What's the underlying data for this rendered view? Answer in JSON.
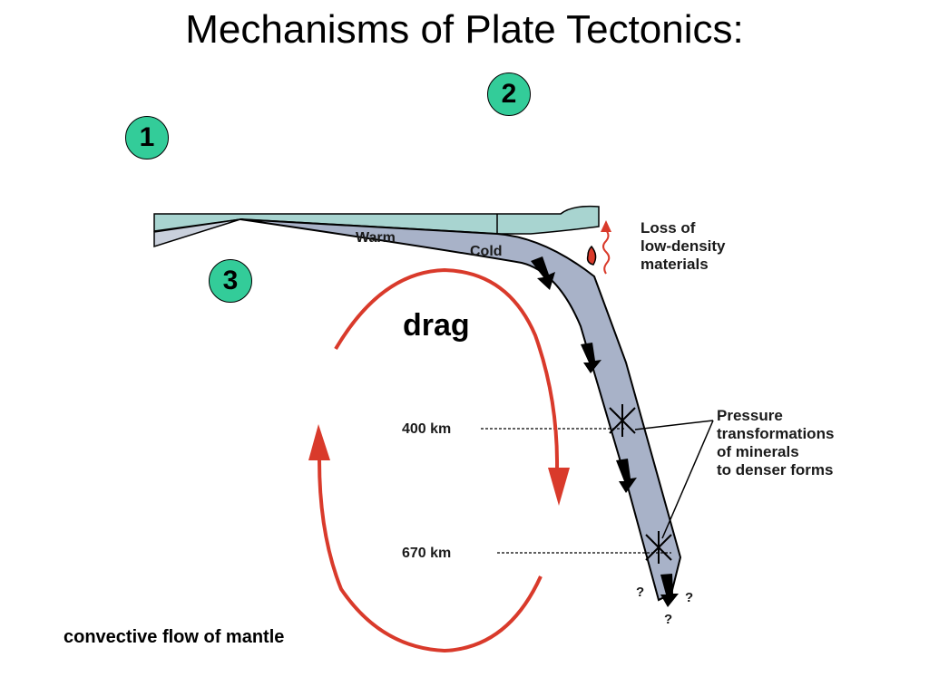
{
  "title": "Mechanisms of Plate Tectonics:",
  "badges": [
    "1",
    "2",
    "3"
  ],
  "labels": {
    "drag": "drag",
    "convective": "convective flow of mantle",
    "warm": "Warm",
    "cold": "Cold",
    "loss_line1": "Loss of",
    "loss_line2": "low-density",
    "loss_line3": "materials",
    "pressure_line1": "Pressure",
    "pressure_line2": "transformations",
    "pressure_line3": "of minerals",
    "pressure_line4": "to denser forms",
    "depth_400": "400 km",
    "depth_670": "670 km",
    "q1": "?",
    "q2": "?",
    "q3": "?"
  },
  "colors": {
    "badge": "#33cc99",
    "ocean": "#a8d4d0",
    "slab": "#a8b2c8",
    "flow_arrow": "#d93a2b"
  }
}
